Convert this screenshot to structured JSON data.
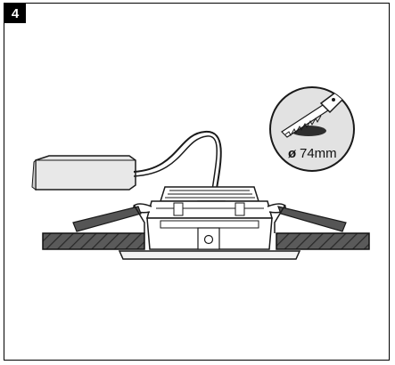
{
  "step": {
    "number": "4"
  },
  "callout": {
    "diameter_symbol": "ø",
    "diameter_text": "74mm"
  },
  "colors": {
    "badge": "#000000",
    "ceiling": "#5a5a5a",
    "stroke": "#1a1a1a",
    "callout_fill": "#e2e2e2",
    "driver_fill": "#e8e8e8"
  }
}
